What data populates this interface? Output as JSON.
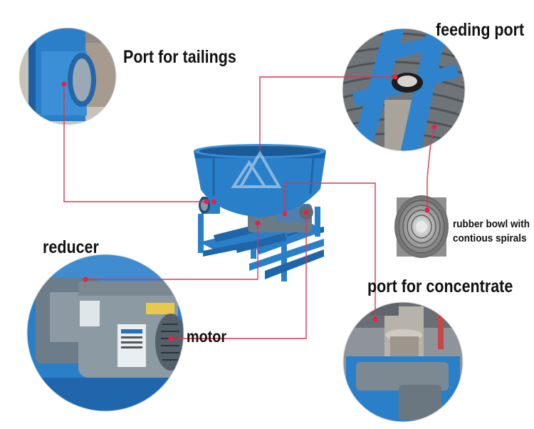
{
  "labels": {
    "tailings": "Port for tailings",
    "feeding": "feeding port",
    "reducer": "reducer",
    "concentrate": "port for concentrate",
    "motor": "motor",
    "rubber_line1": "rubber bowl with",
    "rubber_line2": "contious spirals"
  },
  "colors": {
    "machine_blue": "#2a7fc9",
    "leader_line": "#e0344a",
    "marker_dot": "#e8204a"
  }
}
